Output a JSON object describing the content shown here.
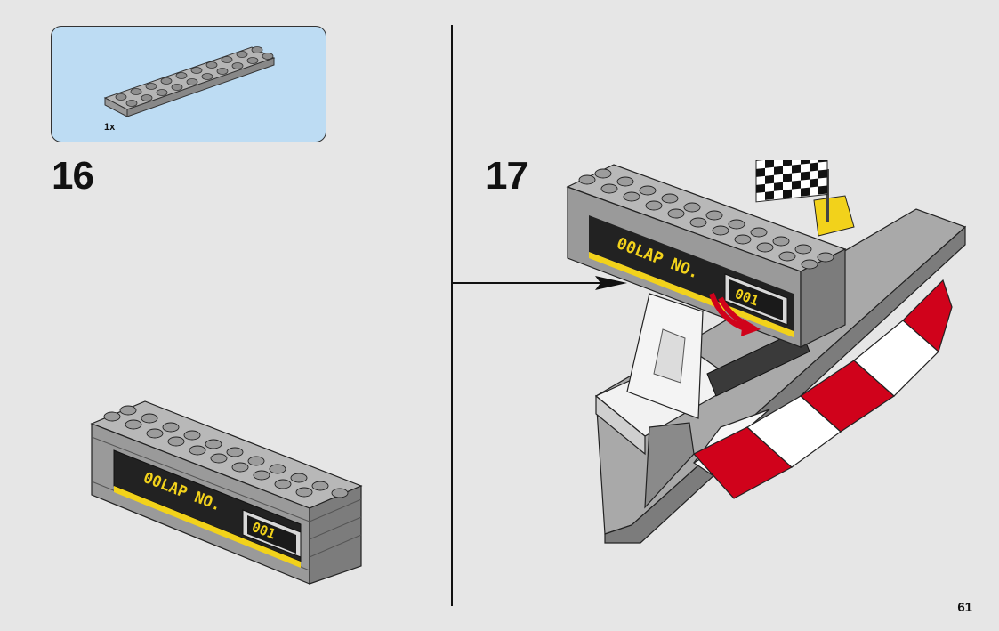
{
  "parts_callout": {
    "quantity": "1x",
    "part": "grey-plate-2x10-icon"
  },
  "steps": [
    {
      "number": "16"
    },
    {
      "number": "17"
    }
  ],
  "display": {
    "lap_label": "00LAP NO.",
    "counter": "001"
  },
  "page_number": "61",
  "colors": {
    "background": "#e6e6e6",
    "callout": "#bddcf3",
    "brick_grey": "#a8a8a8",
    "display_yellow": "#f2d21b",
    "kerb_red": "#d0021b"
  }
}
